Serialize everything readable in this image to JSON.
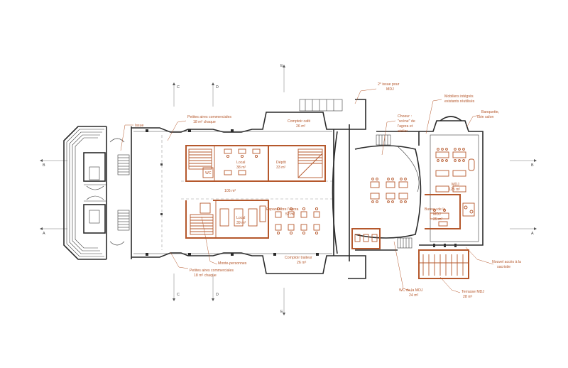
{
  "labels": {
    "issue": "Issue",
    "petites_top_1": "Petites aires commerciales",
    "petites_top_2": "18 m² chaque",
    "petites_bot_1": "Petites aires commerciales",
    "petites_bot_2": "18 m² chaque",
    "second_issue_1": "2° issue pour",
    "second_issue_2": "MDJ",
    "comptoir_cafe_1": "Comptoir café",
    "comptoir_cafe_2": "26 m²",
    "comptoir_traiteur_1": "Comptoir traiteur",
    "comptoir_traiteur_2": "26 m²",
    "local_top_1": "Local",
    "local_top_2": "38 m²",
    "depot_1": "Dépôt",
    "depot_2": "33 m²",
    "area_105": "105 m²",
    "espace_1": "Espace libre l'agora",
    "espace_2": "52 m²",
    "local_bot_1": "Local",
    "local_bot_2": "39 m²",
    "monte": "Monte-personnes",
    "wc": "WC",
    "choeur_1": "Choeur :",
    "choeur_2": "\"scène\" de",
    "choeur_3": "l'agora et",
    "choeur_4": "atelier",
    "mobiliers_1": "Mobiliers intégrés",
    "mobiliers_2": "existants réutilisés",
    "banquette_1": "Banquette,",
    "banquette_2": "coin salon",
    "mdj_1": "MDJ",
    "mdj_2": "125 m²",
    "bureau_1": "Bureau de la",
    "bureau_2": "MDJ",
    "bureau_3": "25 m²",
    "nouvel_1": "Nouvel accès à la",
    "nouvel_2": "sacristie",
    "wc_mdj_1": "WC de la MDJ",
    "wc_mdj_2": "24 m²",
    "terrasse_1": "Terrasse MDJ",
    "terrasse_2": "28 m²"
  },
  "section_marks": {
    "e_top": "E",
    "e_bot": "E",
    "c_top": "C",
    "c_bot": "C",
    "d_top": "D",
    "d_bot": "D",
    "b_left": "B",
    "b_right": "B",
    "a_left": "A",
    "a_right": "A"
  }
}
